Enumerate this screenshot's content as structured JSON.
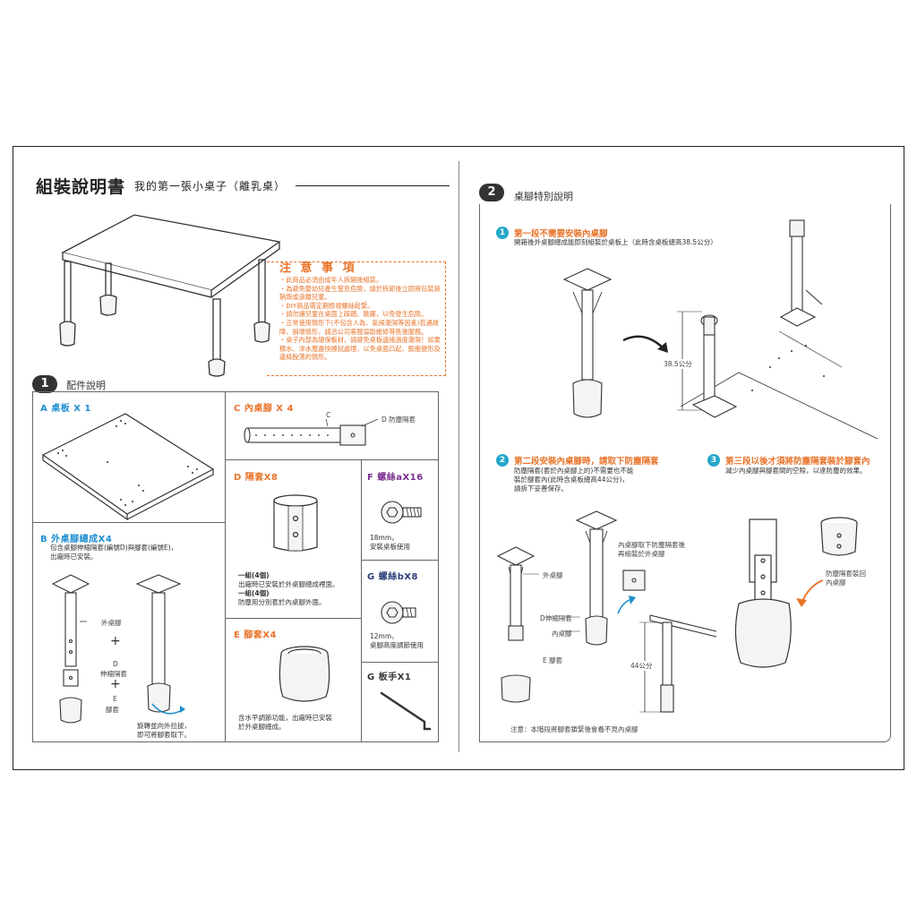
{
  "header": {
    "title": "組裝說明書",
    "subtitle": "我的第一張小桌子（離乳桌）"
  },
  "notice": {
    "title": "注 意 事 項",
    "items": [
      "・此商品必須由成年人拆開後組裝。",
      "・為避免嬰幼兒產生窒息危險，請於拆卸後立即將包裝袋銷毀或遠離兒童。",
      "・DIY商品需定期檢視螺絲鬆緊。",
      "・請勿讓兒童在桌面上踩踏、跳躍，以免發生危險。",
      "・正常使用情形下(不包含人為、氣候潮濕等因素)若遇故障、損壞情形，請洽公司客服協助維修等售後服務。",
      "・桌子內部為環保板材，請避免桌板邊緣過度潮濕！如果積水、滲水應盡快擦拭處理，以免桌面凸起、膨脹變形及邊條脫落的情形。"
    ]
  },
  "section1": {
    "number": "1",
    "label": "配件說明",
    "partA": {
      "head": "A 桌板 X 1"
    },
    "partB": {
      "head": "B 外桌腳總成X4",
      "desc1": "包含桌腳伸縮隔套(編號D)與腳套(編號E)，",
      "desc2": "出廠時已安裝。",
      "label_outer": "外桌腳",
      "plus": "+",
      "label_d_code": "D",
      "label_d": "伸縮隔套",
      "label_e_code": "E",
      "label_e": "腳套",
      "note1": "旋轉並向外拉拔，",
      "note2": "即可將腳套取下。"
    },
    "partC": {
      "head": "C 內桌腳 X 4",
      "letter": "C",
      "label_d": "D 防塵隔套"
    },
    "partD": {
      "head": "D 隔套X8",
      "t1": "一組(4個)",
      "t2": "出廠時已安裝於外桌腳總成裡面。",
      "t3": "一組(4個)",
      "t4": "防塵用分別套於內桌腳外面。"
    },
    "partE": {
      "head": "E 腳套X4",
      "t1": "含水平調節功能，出廠時已安裝",
      "t2": "於外桌腳總成。"
    },
    "partF": {
      "head": "F 螺絲aX16",
      "t1": "18mm，",
      "t2": "安裝桌板使用"
    },
    "partG1": {
      "head": "G 螺絲bX8",
      "t1": "12mm，",
      "t2": "桌腳高度調節使用"
    },
    "partG2": {
      "head": "G 板手X1"
    }
  },
  "section2": {
    "number": "2",
    "label": "桌腳特別說明",
    "step1": {
      "num": "1",
      "title": "第一段不需要安裝內桌腳",
      "text": "開箱後外桌腳總成能即刻組裝於桌板上（此時含桌板總高38.5公分）",
      "height": "38.5公分"
    },
    "step2": {
      "num": "2",
      "title": "第二段安裝內桌腳時，請取下防塵隔套",
      "t1": "防塵隔套(套於內桌腳上的)不需要也不能",
      "t2": "裝於腳套內(此時含桌板總高44公分)，",
      "t3": "請拆下妥善保存。",
      "lbl_outer": "外桌腳",
      "lbl_d": "D伸縮隔套",
      "lbl_inner": "內桌腳",
      "lbl_e": "E 腳套",
      "callout1": "內桌腳取下防塵隔套後",
      "callout2": "再組裝於外桌腳",
      "height": "44公分",
      "note": "注意：本階段將腳套鎖緊後會看不見內桌腳"
    },
    "step3": {
      "num": "3",
      "title": "第三段以後才須將防塵隔套裝於腳套內",
      "text": "減少內桌腳與腳套間的空隙，以達防塵的效果。",
      "callout1": "防塵隔套裝回",
      "callout2": "內桌腳"
    }
  }
}
